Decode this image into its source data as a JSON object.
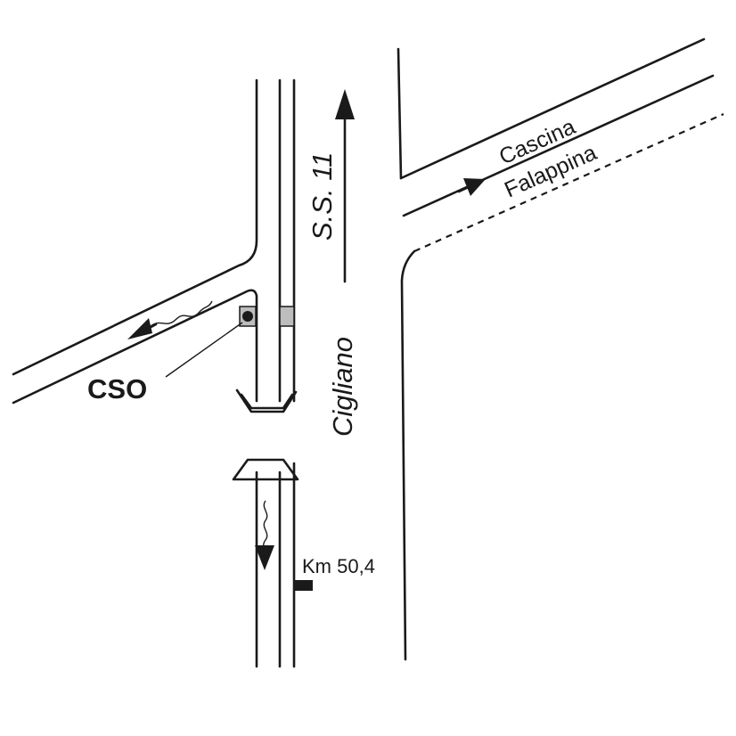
{
  "labels": {
    "road_name": "S.S. 11",
    "town": "Cigliano",
    "destination_line1": "Cascina",
    "destination_line2": "Falappina",
    "overflow": "CSO",
    "kilometer": "Km 50,4"
  },
  "colors": {
    "ink": "#1a1a1a",
    "manhole_fill": "#bdbdbd"
  },
  "icons": {
    "flow": "wavy-flow-icon",
    "direction": "arrow-icon",
    "gate": "grate-icon"
  }
}
